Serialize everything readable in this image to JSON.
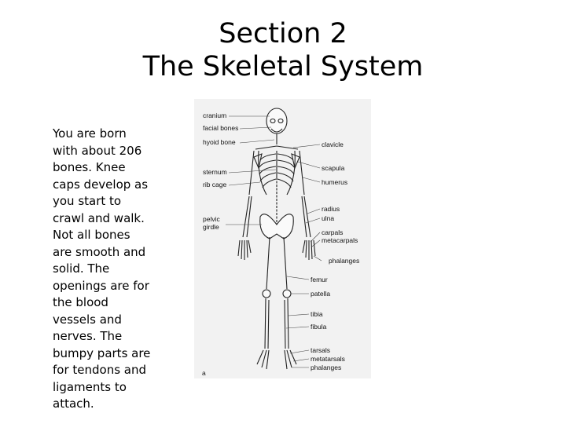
{
  "title": {
    "line1": "Section 2",
    "line2": "The Skeletal System"
  },
  "body_text": "You are born with about 206 bones.  Knee caps develop as you start to crawl and walk.  Not all bones are smooth and solid. The openings are for the blood vessels and nerves.  The bumpy parts are for tendons and ligaments to attach.",
  "diagram": {
    "figure_letter": "a",
    "labels_left": {
      "cranium": "cranium",
      "facial_bones": "facial bones",
      "hyoid_bone": "hyoid bone",
      "sternum": "sternum",
      "rib_cage": "rib cage",
      "pelvic_girdle_1": "pelvic",
      "pelvic_girdle_2": "girdle"
    },
    "labels_right": {
      "clavicle": "clavicle",
      "scapula": "scapula",
      "humerus": "humerus",
      "radius": "radius",
      "ulna": "ulna",
      "carpals": "carpals",
      "metacarpals": "metacarpals",
      "phalanges_hand": "phalanges",
      "femur": "femur",
      "patella": "patella",
      "tibia": "tibia",
      "fibula": "fibula",
      "tarsals": "tarsals",
      "metatarsals": "metatarsals",
      "phalanges_foot": "phalanges"
    }
  }
}
